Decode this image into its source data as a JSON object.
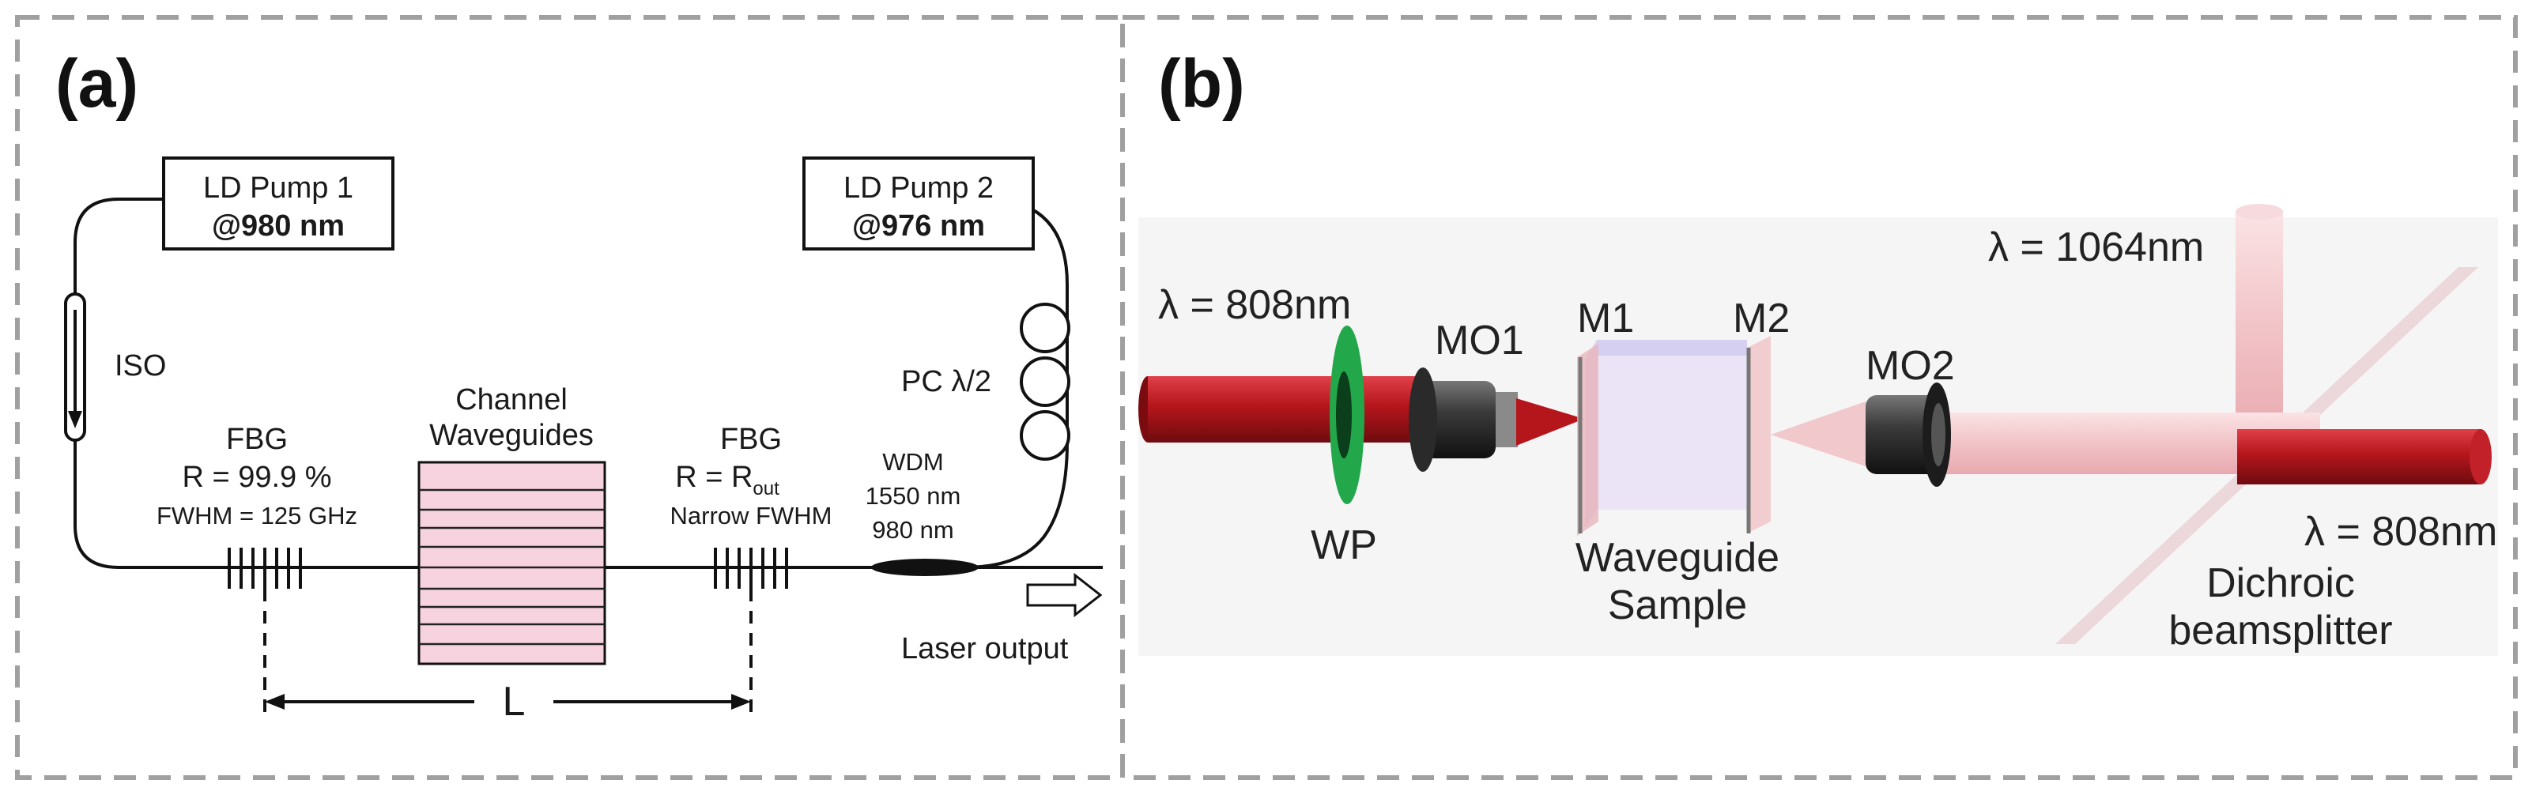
{
  "panel_a": {
    "label": "(a)",
    "pump1": {
      "name": "LD Pump 1",
      "wavelength": "@980 nm"
    },
    "pump2": {
      "name": "LD Pump 2",
      "wavelength": "@976 nm"
    },
    "iso": "ISO",
    "pc": "PC λ/2",
    "fbg1": {
      "title": "FBG",
      "reflectivity": "R = 99.9 %",
      "fwhm": "FWHM = 125 GHz"
    },
    "waveguides": {
      "line1": "Channel",
      "line2": "Waveguides"
    },
    "fbg2": {
      "title": "FBG",
      "r_prefix": "R = R",
      "r_sub": "out",
      "fwhm": "Narrow FWHM"
    },
    "wdm": {
      "title": "WDM",
      "line1": "1550 nm",
      "line2": "980 nm"
    },
    "output": "Laser output",
    "length": "L"
  },
  "panel_b": {
    "label": "(b)",
    "input_wavelength": "λ = 808nm",
    "output_1064": "λ = 1064nm",
    "output_808": "λ = 808nm",
    "mo1": "MO1",
    "m1": "M1",
    "m2": "M2",
    "mo2": "MO2",
    "wp": "WP",
    "waveguide_line1": "Waveguide",
    "waveguide_line2": "Sample",
    "dichroic_line1": "Dichroic",
    "dichroic_line2": "beamsplitter"
  },
  "colors": {
    "frame_dash": "#a0a0a0",
    "waveguide_fill": "#f6d3de",
    "beam_red": "#b5161c",
    "waveplate_green": "#22a84a"
  }
}
